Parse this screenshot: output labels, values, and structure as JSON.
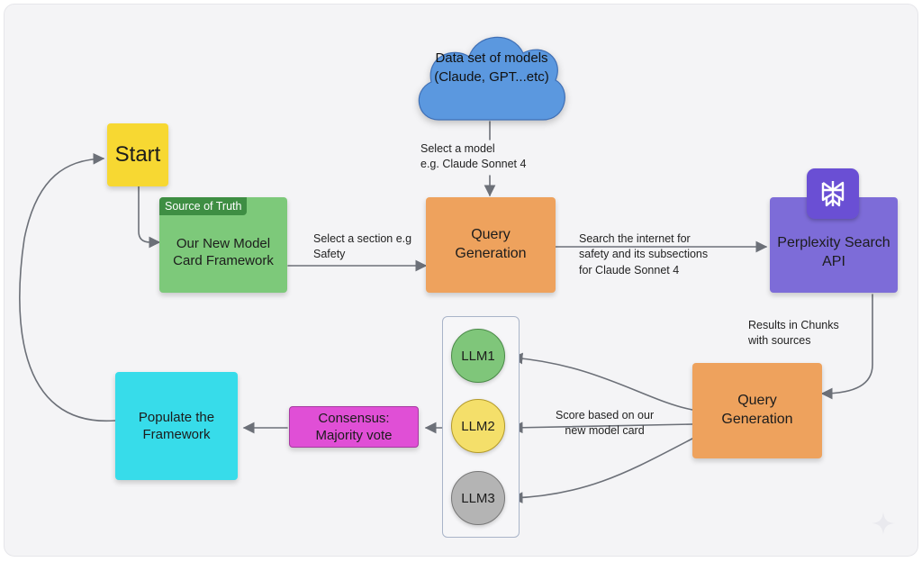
{
  "nodes": {
    "start": "Start",
    "source_badge": "Source of Truth",
    "framework": "Our New Model Card Framework",
    "dataset": "Data set of models (Claude, GPT...etc)",
    "query1": "Query Generation",
    "perplexity": "Perplexity Search API",
    "query2": "Query Generation",
    "llm1": "LLM1",
    "llm2": "LLM2",
    "llm3": "LLM3",
    "consensus": "Consensus: Majority vote",
    "populate": "Populate the Framework"
  },
  "edges": {
    "select_model": [
      "Select a model",
      "e.g. Claude Sonnet 4"
    ],
    "select_section": [
      "Select a section e.g",
      "Safety"
    ],
    "search_internet": [
      "Search the internet for",
      "safety and its subsections",
      "for Claude Sonnet 4"
    ],
    "results_chunks": [
      "Results in Chunks",
      "with sources"
    ],
    "score_based": [
      "Score based on our",
      "new model card"
    ]
  },
  "colors": {
    "start": "#f7d832",
    "framework": "#7dc97a",
    "source_badge": "#3e8e43",
    "dataset": "#5b98df",
    "query": "#eea25d",
    "perplexity": "#7d6cd8",
    "perplexity_icon": "#6a4fd4",
    "llm1": "#7fc67a",
    "llm2": "#f4df6a",
    "llm3": "#b4b4b4",
    "consensus": "#e04fd6",
    "populate": "#37dcea",
    "wire": "#6c7078"
  },
  "icons": {
    "perplexity_logo": "perplexity-logo-icon",
    "corner_sparkle": "sparkle-icon"
  }
}
